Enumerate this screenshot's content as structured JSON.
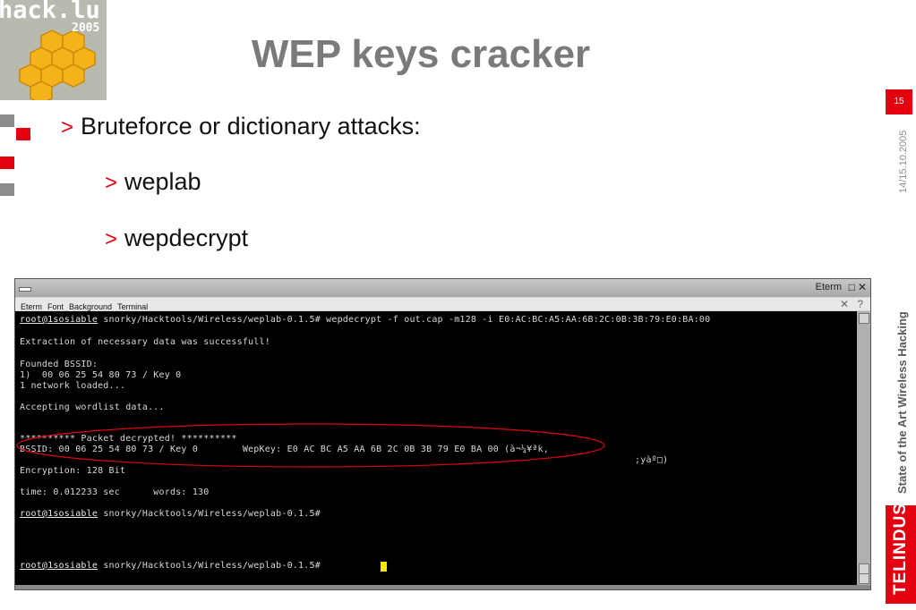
{
  "slide": {
    "title": "WEP keys cracker",
    "logo": {
      "text": "hack.lu",
      "year": "2005"
    },
    "bullets": [
      {
        "marker": ">",
        "text": "Bruteforce or dictionary attacks:"
      },
      {
        "marker": ">",
        "text": "weplab"
      },
      {
        "marker": ">",
        "text": "wepdecrypt"
      }
    ],
    "sidebar": {
      "page_number": "15",
      "date": "14/15.10.2005",
      "subject": "State of the Art  Wireless Hacking",
      "brand": "TELINDUS"
    },
    "colors": {
      "accent": "#e3000f",
      "title": "#7a7a7a",
      "terminal_bg": "#000000",
      "cursor": "#ffe500"
    }
  },
  "terminal": {
    "window_name": "Eterm",
    "window_buttons": [
      "□",
      "✕"
    ],
    "menu": [
      "Eterm",
      "Font",
      "Background",
      "Terminal"
    ],
    "menu_right": [
      "✕",
      "?"
    ],
    "prompt_user": "root@1sosiable",
    "lines": [
      {
        "prompt": "root@1sosiable",
        "text": " snorky/Hacktools/Wireless/weplab-0.1.5# wepdecrypt -f out.cap -m128 -i E0:AC:BC:A5:AA:6B:2C:0B:3B:79:E0:BA:00"
      },
      {
        "text": "Extraction of necessary data was successfull!"
      },
      {
        "text": "Founded BSSID:"
      },
      {
        "text": "1)  00 06 25 54 80 73 / Key 0"
      },
      {
        "text": "1 network loaded..."
      },
      {
        "text": "Accepting wordlist data..."
      },
      {
        "text": "********** Packet decrypted! **********"
      },
      {
        "text": "BSSID: 00 06 25 54 80 73 / Key 0        WepKey: E0 AC BC A5 AA 6B 2C 0B 3B 79 E0 BA 00 (à¬¼¥ªk,"
      },
      {
        "text": ";yàº□)"
      },
      {
        "text": "Encryption: 128 Bit"
      },
      {
        "text": "time: 0.012233 sec      words: 130"
      },
      {
        "prompt": "root@1sosiable",
        "text": " snorky/Hacktools/Wireless/weplab-0.1.5#"
      },
      {
        "prompt": "root@1sosiable",
        "text": " snorky/Hacktools/Wireless/weplab-0.1.5# "
      }
    ]
  }
}
